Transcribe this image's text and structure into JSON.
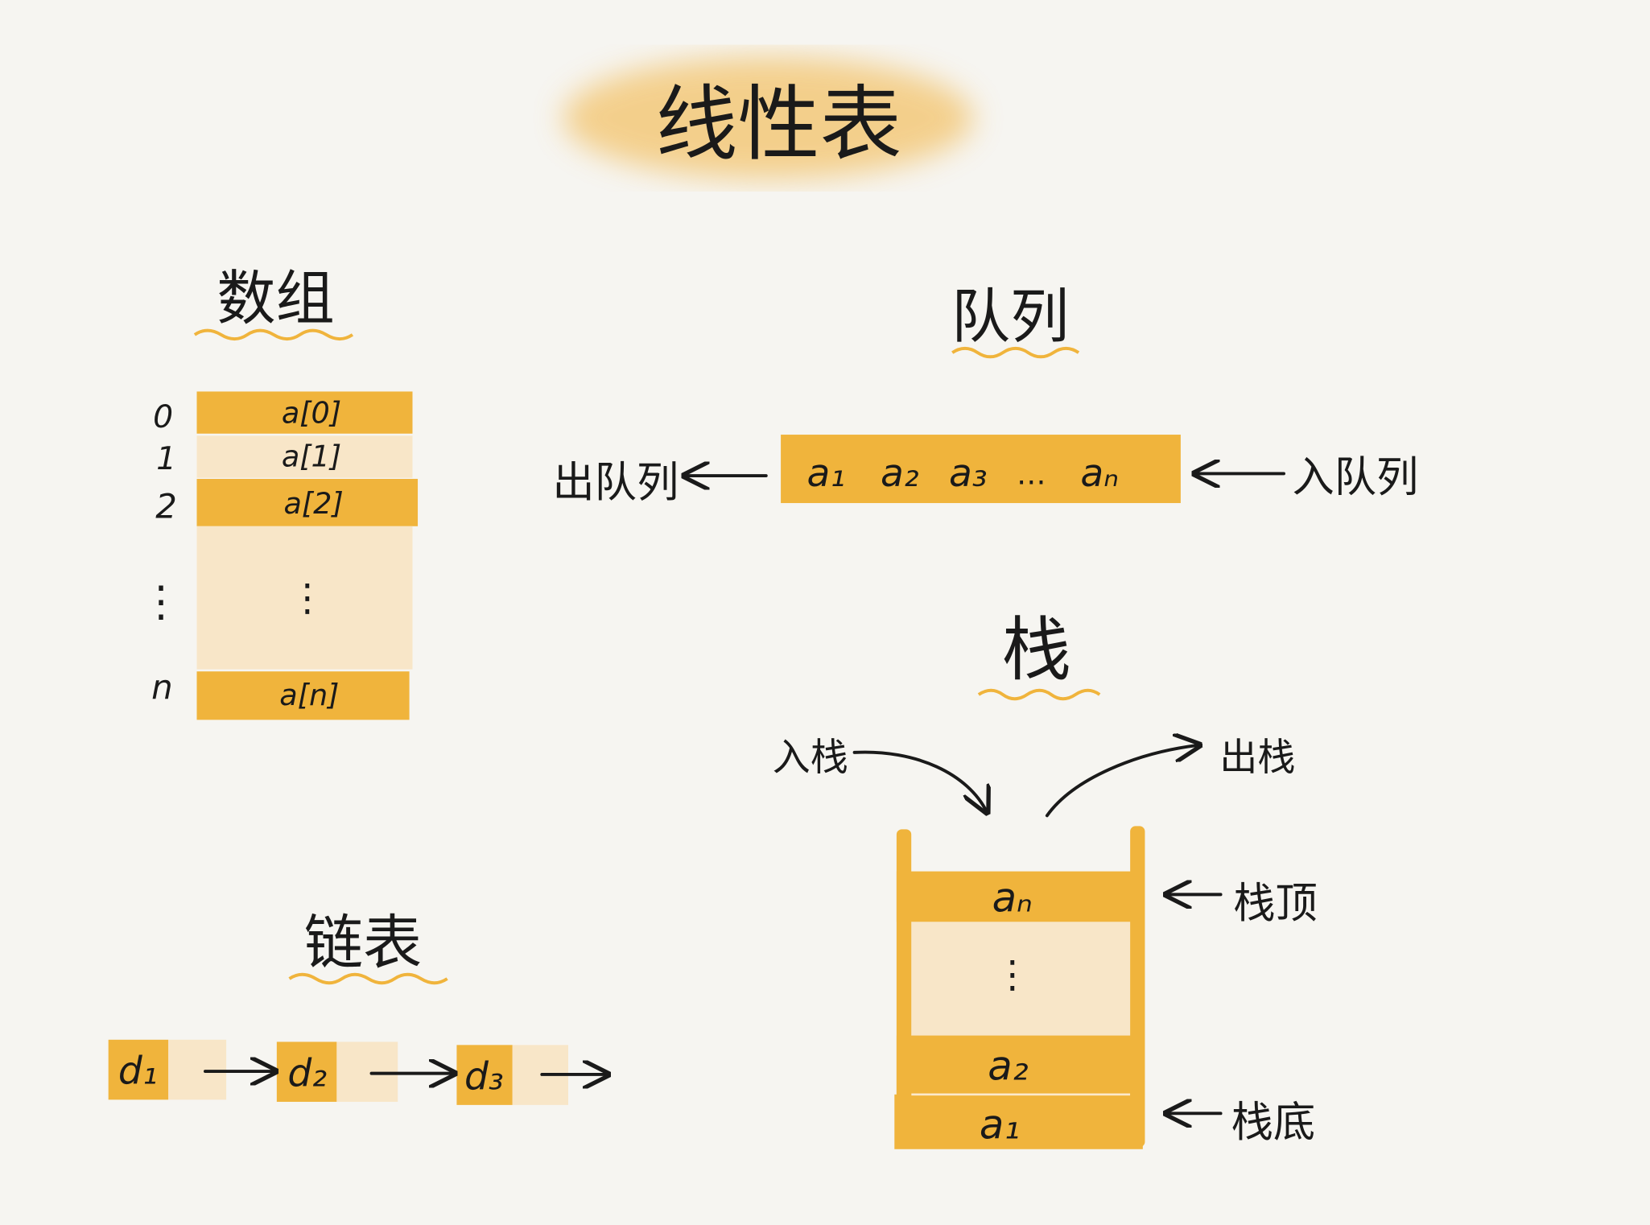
{
  "title": "线性表",
  "colors": {
    "background": "#f6f5f1",
    "dark_cell": "#f0b43c",
    "light_cell": "#f8e6c8",
    "highlight": "#f3c36a"
  },
  "array": {
    "heading": "数组",
    "indices": [
      "0",
      "1",
      "2",
      "⋮",
      "n"
    ],
    "cells": [
      "a[0]",
      "a[1]",
      "a[2]",
      "⋮",
      "a[n]"
    ]
  },
  "queue": {
    "heading": "队列",
    "dequeue_label": "出队列",
    "enqueue_label": "入队列",
    "items": [
      "a₁",
      "a₂",
      "a₃",
      "…",
      "aₙ"
    ]
  },
  "stack": {
    "heading": "栈",
    "push_label": "入栈",
    "pop_label": "出栈",
    "top_label": "栈顶",
    "bottom_label": "栈底",
    "items": [
      "aₙ",
      "⋮",
      "a₂",
      "a₁"
    ]
  },
  "linked_list": {
    "heading": "链表",
    "nodes": [
      "d₁",
      "d₂",
      "d₃"
    ]
  }
}
